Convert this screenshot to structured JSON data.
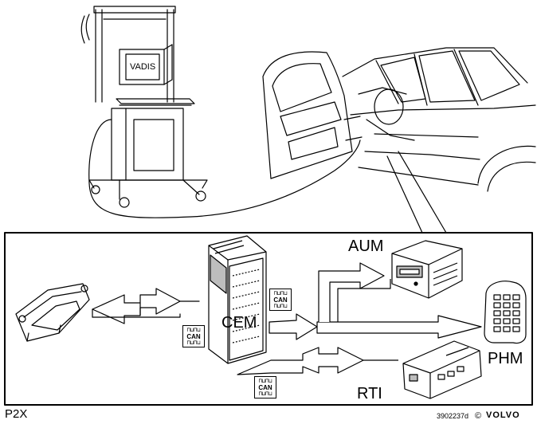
{
  "labels": {
    "vadis": "VADIS",
    "aum": "AUM",
    "cem": "CEM",
    "phm": "PHM",
    "rti": "RTI",
    "footer_left": "P2X",
    "ref_number": "3902237d",
    "copyright": "©",
    "brand": "VOLVO"
  },
  "can_badge": {
    "text": "CAN",
    "wave": "⊓⊔⊓⊔"
  },
  "colors": {
    "line": "#000000",
    "fill": "#ffffff",
    "shade": "#bdbdbd"
  }
}
